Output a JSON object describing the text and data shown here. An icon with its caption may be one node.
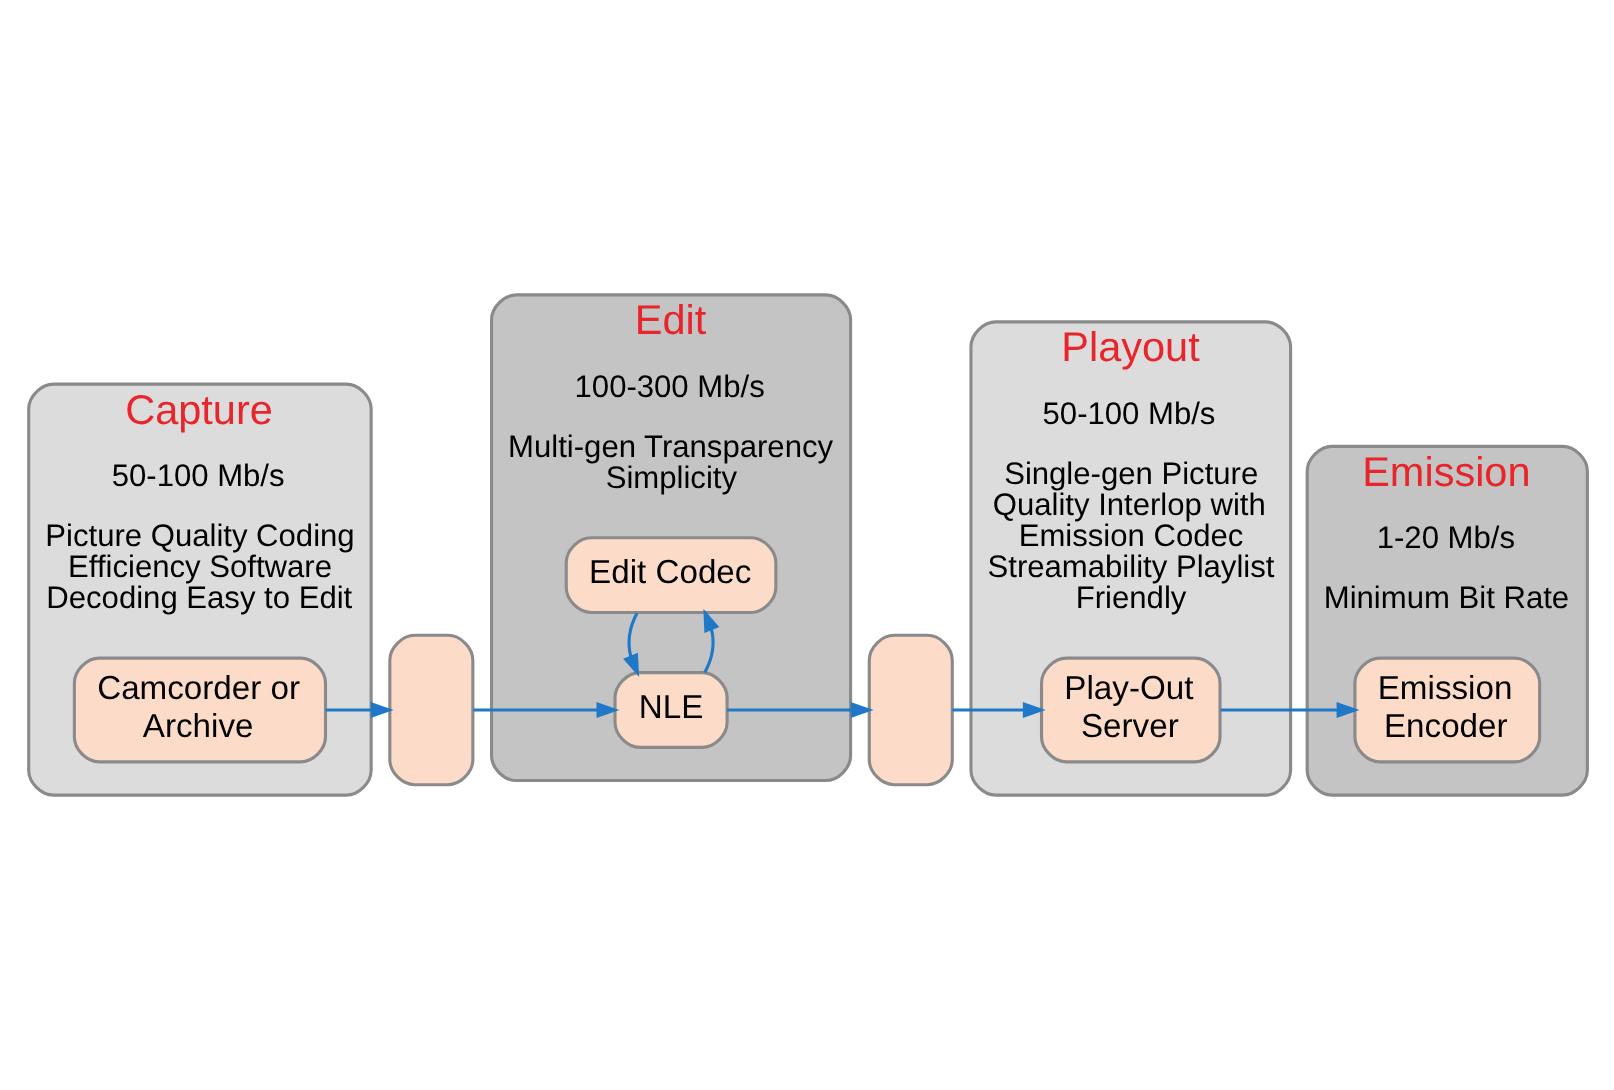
{
  "diagram": {
    "nodes": [
      {
        "text": [
          "Capture",
          "50-100 Mb/s",
          "Picture Quality Coding Efficiency Software Decoding Easy to Edit"
        ]
      },
      {
        "text": [
          "Camcorder or Archive"
        ],
        "in": 0
      },
      {
        "text": [],
        "shape": "box"
      },
      {
        "text": [
          "Edit",
          "100-300 Mb/s",
          "Multi-gen Transparency Simplicity"
        ]
      },
      {
        "text": [
          "Edit Codec"
        ],
        "in": 3
      },
      {
        "text": [
          "NLE"
        ],
        "in": 3
      },
      {
        "text": [],
        "shape": "box"
      },
      {
        "text": [
          "Playout",
          "50-100 Mb/s",
          "Single-gen Picture Quality Interlop with Emission Codec Streamability Playlist Friendly"
        ]
      },
      {
        "text": [
          "Play-Out Server"
        ],
        "in": 7
      },
      {
        "text": [
          "Emission",
          "1-20 Mb/s",
          "Minimum Bit Rate"
        ]
      },
      {
        "text": [
          "Emission Encoder"
        ],
        "in": 9
      }
    ],
    "edges": [
      {
        "from": 1,
        "to": 2,
        "arrow": "to"
      },
      {
        "from": 2,
        "to": 5,
        "arrow": "to"
      },
      {
        "from": 5,
        "to": 4,
        "arrow": "to"
      },
      {
        "from": 4,
        "to": 5,
        "arrow": "to"
      },
      {
        "from": 5,
        "to": 6,
        "arrow": "to"
      },
      {
        "from": 6,
        "to": 8,
        "arrow": "to"
      },
      {
        "from": 8,
        "to": 10,
        "arrow": "to"
      }
    ]
  }
}
